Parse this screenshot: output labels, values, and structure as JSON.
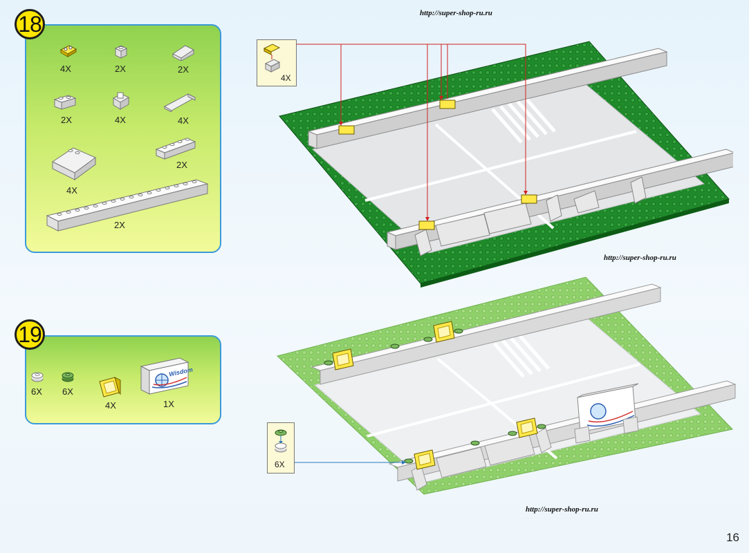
{
  "website_url": "http://super-shop-ru.ru",
  "page_number": "16",
  "step18": {
    "number": "18",
    "parts": [
      {
        "name": "clip-plate",
        "qty": "4X"
      },
      {
        "name": "brick-1x1",
        "qty": "2X"
      },
      {
        "name": "slope-small",
        "qty": "2X"
      },
      {
        "name": "brick-1x2",
        "qty": "2X"
      },
      {
        "name": "bracket-clip",
        "qty": "4X"
      },
      {
        "name": "slope-long",
        "qty": "4X"
      },
      {
        "name": "brick-1x4",
        "qty": "2X"
      },
      {
        "name": "slope-large",
        "qty": "4X"
      },
      {
        "name": "brick-1x16",
        "qty": "2X"
      }
    ],
    "callout_qty": "4X"
  },
  "step19": {
    "number": "19",
    "parts": [
      {
        "name": "round-plate-white",
        "qty": "6X"
      },
      {
        "name": "round-plate-green",
        "qty": "6X"
      },
      {
        "name": "yellow-frame",
        "qty": "4X"
      },
      {
        "name": "wisdom-sign",
        "qty": "1X"
      }
    ],
    "sign_text": "Wisdom",
    "callout_qty": "6X"
  },
  "colors": {
    "dark_green": "#1f8a2a",
    "light_green": "#8fd06a",
    "panel_border": "#3a9ad9",
    "badge": "#ffe600"
  }
}
